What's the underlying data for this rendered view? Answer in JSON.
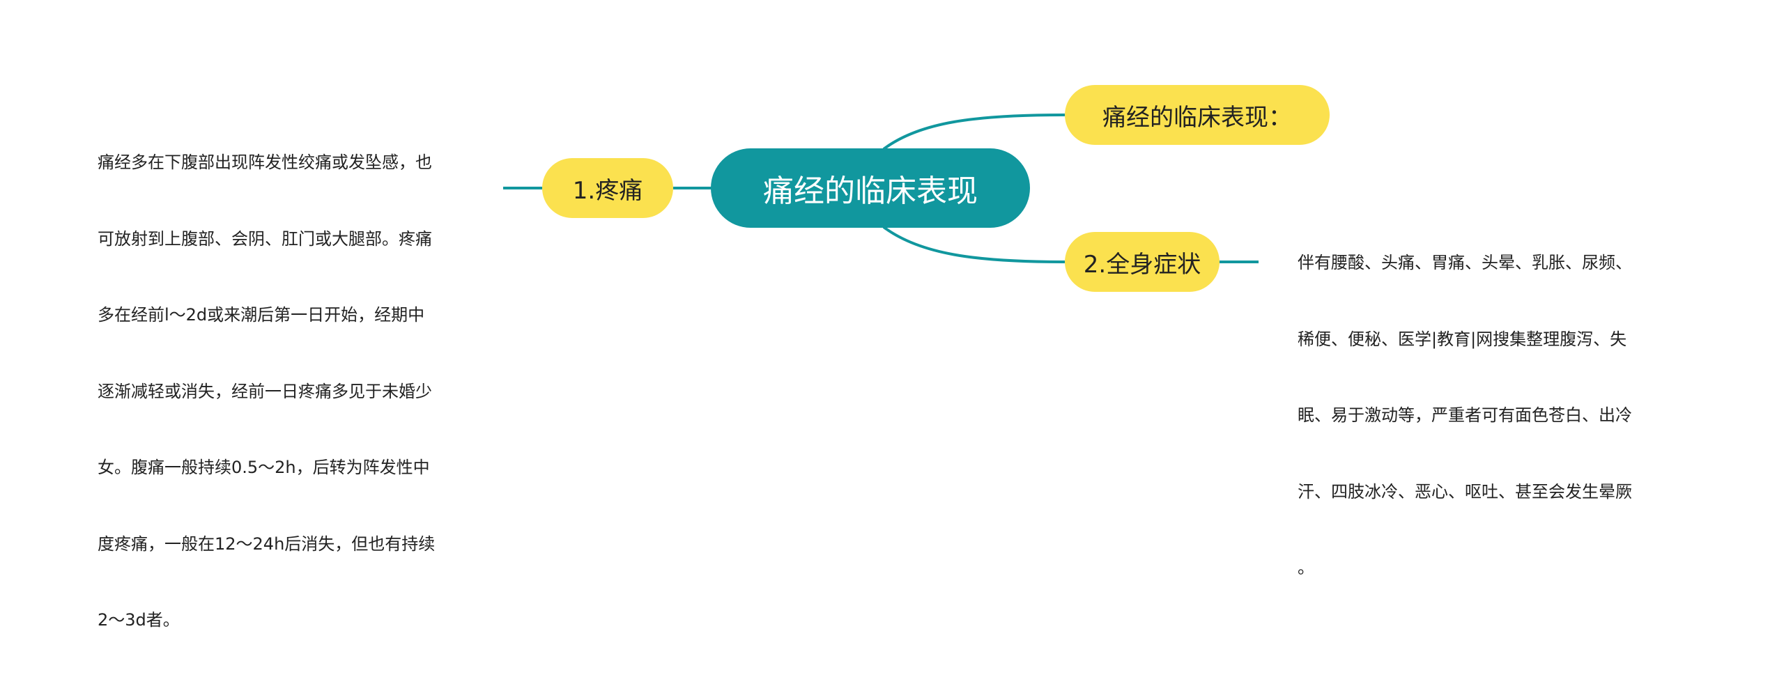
{
  "colors": {
    "root_fill": "#11979e",
    "branch_fill": "#fbe14f",
    "connector": "#11979e",
    "text": "#222222"
  },
  "mindmap": {
    "root": {
      "label": "痛经的临床表现"
    },
    "branches": [
      {
        "id": "pain",
        "label": "1.疼痛",
        "detail_lines": [
          "痛经多在下腹部出现阵发性绞痛或发坠感，也",
          "可放射到上腹部、会阴、肛门或大腿部。疼痛",
          "多在经前l～2d或来潮后第一日开始，经期中",
          "逐渐减轻或消失，经前一日疼痛多见于未婚少",
          "女。腹痛一般持续0.5～2h，后转为阵发性中",
          "度疼痛，一般在12～24h后消失，但也有持续",
          "2～3d者。"
        ]
      },
      {
        "id": "clinical",
        "label": "痛经的临床表现："
      },
      {
        "id": "systemic",
        "label": "2.全身症状",
        "detail_lines": [
          "伴有腰酸、头痛、胃痛、头晕、乳胀、尿频、",
          "稀便、便秘、医学|教育|网搜集整理腹泻、失",
          "眠、易于激动等，严重者可有面色苍白、出冷",
          "汗、四肢冰冷、恶心、呕吐、甚至会发生晕厥",
          "。"
        ]
      }
    ]
  }
}
